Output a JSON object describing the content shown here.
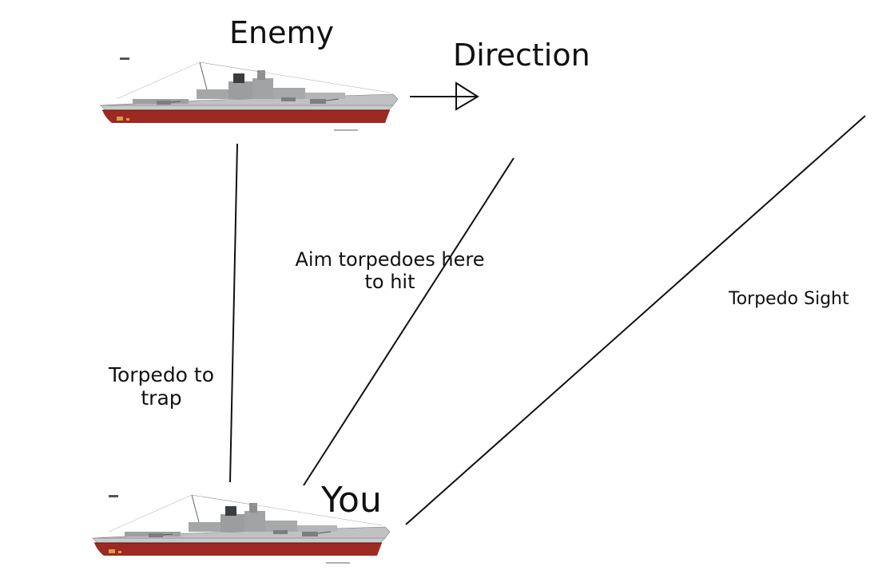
{
  "labels": {
    "enemy": "Enemy",
    "direction": "Direction",
    "you": "You",
    "aim_line_1": "Aim torpedoes here",
    "aim_line_2": "to hit",
    "trap_line_1": "Torpedo to",
    "trap_line_2": "trap",
    "sight": "Torpedo Sight"
  },
  "icons": {
    "enemy_ship": "battleship-icon",
    "player_ship": "battleship-icon",
    "direction_arrow": "arrow-right-icon"
  },
  "colors": {
    "hull_red": "#9c2a22",
    "superstructure_grey": "#a9abad",
    "deck_grey": "#c9cbcc",
    "line": "#111111"
  }
}
